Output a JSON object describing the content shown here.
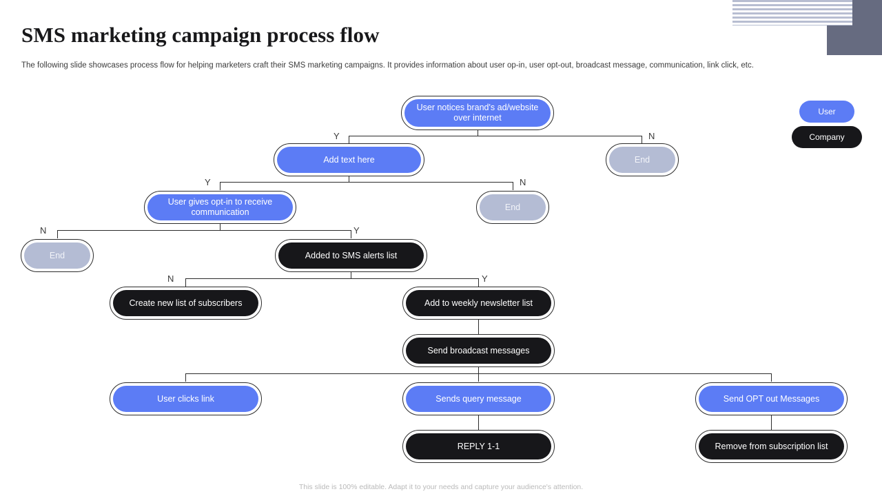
{
  "header": {
    "title": "SMS marketing campaign process flow",
    "subtitle": "The following slide showcases process flow for helping marketers craft their SMS marketing campaigns. It provides information about user op-in, user opt-out, broadcast message, communication, link click, etc."
  },
  "legend": {
    "user_label": "User",
    "company_label": "Company"
  },
  "colors": {
    "user_blue": "#5c7cf5",
    "company_dark": "#17171a",
    "end_gray": "#b4bcd4",
    "deco_slate": "#666b80",
    "stripe": "#b7bdd1"
  },
  "flow": {
    "nodes": [
      {
        "id": "start",
        "label": "User notices brand's ad/website over internet",
        "type": "user"
      },
      {
        "id": "add-text",
        "label": "Add text here",
        "type": "user"
      },
      {
        "id": "end-1",
        "label": "End",
        "type": "end"
      },
      {
        "id": "opt-in",
        "label": "User gives opt-in to receive communication",
        "type": "user"
      },
      {
        "id": "end-2",
        "label": "End",
        "type": "end"
      },
      {
        "id": "end-3",
        "label": "End",
        "type": "end"
      },
      {
        "id": "sms-alerts",
        "label": "Added to SMS alerts list",
        "type": "company"
      },
      {
        "id": "create-list",
        "label": "Create new list of subscribers",
        "type": "company"
      },
      {
        "id": "newsletter",
        "label": "Add to weekly newsletter list",
        "type": "company"
      },
      {
        "id": "broadcast",
        "label": "Send broadcast messages",
        "type": "company"
      },
      {
        "id": "clicks-link",
        "label": "User clicks link",
        "type": "user"
      },
      {
        "id": "query-message",
        "label": "Sends query message",
        "type": "user"
      },
      {
        "id": "opt-out",
        "label": "Send OPT out Messages",
        "type": "user"
      },
      {
        "id": "reply",
        "label": "REPLY 1-1",
        "type": "company"
      },
      {
        "id": "remove-sub",
        "label": "Remove from subscription list",
        "type": "company"
      }
    ],
    "branch_labels": {
      "b1_yes": "Y",
      "b1_no": "N",
      "b2_yes": "Y",
      "b2_no": "N",
      "b3_no": "N",
      "b3_yes": "Y",
      "b4_no": "N",
      "b4_yes": "Y"
    }
  },
  "footer": {
    "note": "This slide is 100% editable. Adapt it to your needs and capture your audience's attention."
  }
}
